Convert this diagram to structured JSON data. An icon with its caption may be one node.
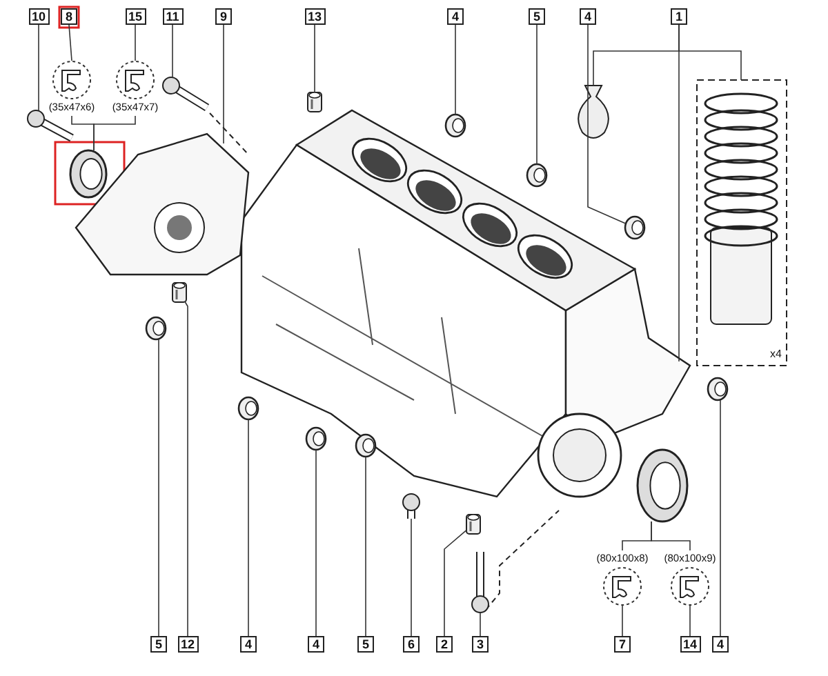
{
  "diagram": {
    "nodes": [
      {
        "text": [
          "10"
        ]
      },
      {
        "text": [
          "8"
        ]
      },
      {
        "text": [
          "15"
        ]
      },
      {
        "text": [
          "11"
        ]
      },
      {
        "text": [
          "9"
        ]
      },
      {
        "text": [
          "13"
        ]
      },
      {
        "text": [
          "4"
        ]
      },
      {
        "text": [
          "5"
        ]
      },
      {
        "text": [
          "4"
        ]
      },
      {
        "text": [
          "1"
        ]
      },
      {
        "text": [],
        "shape": "circle",
        "beside": [
          "(35x47x6)"
        ]
      },
      {
        "text": [],
        "shape": "circle",
        "beside": [
          "(35x47x7)"
        ]
      },
      {
        "text": [],
        "shape": "circle",
        "beside": [
          "(80x100x8)"
        ]
      },
      {
        "text": [],
        "shape": "circle",
        "beside": [
          "(80x100x9)"
        ]
      },
      {
        "text": [
          "5"
        ]
      },
      {
        "text": [
          "12"
        ]
      },
      {
        "text": [
          "4"
        ]
      },
      {
        "text": [
          "4"
        ]
      },
      {
        "text": [
          "5"
        ]
      },
      {
        "text": [
          "6"
        ]
      },
      {
        "text": [
          "2"
        ]
      },
      {
        "text": [
          "3"
        ]
      },
      {
        "text": [
          "7"
        ]
      },
      {
        "text": [
          "14"
        ]
      },
      {
        "text": [
          "4"
        ]
      },
      {
        "text": [],
        "shape": "picture"
      },
      {
        "text": [],
        "shape": "picture"
      },
      {
        "text": [],
        "shape": "picture"
      },
      {
        "text": [],
        "shape": "picture"
      },
      {
        "text": [],
        "shape": "picture"
      },
      {
        "text": [],
        "shape": "picture"
      },
      {
        "text": [],
        "shape": "picture"
      },
      {
        "text": [],
        "shape": "picture"
      },
      {
        "text": [],
        "shape": "picture"
      },
      {
        "text": [],
        "shape": "picture"
      },
      {
        "text": [],
        "shape": "picture"
      },
      {
        "text": [],
        "shape": "picture"
      },
      {
        "text": [],
        "shape": "picture"
      },
      {
        "text": [],
        "shape": "picture"
      },
      {
        "text": [],
        "shape": "picture"
      },
      {
        "text": [],
        "shape": "picture"
      },
      {
        "text": [],
        "shape": "picture"
      },
      {
        "text": [],
        "shape": "picture"
      },
      {
        "text": [],
        "shape": "picture"
      },
      {
        "text": [],
        "shape": "picture"
      },
      {
        "text": [],
        "shape": "picture"
      }
    ],
    "edges": [
      {
        "from": 0,
        "to": 25,
        "arrow": "none"
      },
      {
        "from": 1,
        "to": 10,
        "arrow": "none"
      },
      {
        "from": 2,
        "to": 11,
        "arrow": "none"
      },
      {
        "from": 10,
        "to": 26,
        "arrow": "none"
      },
      {
        "from": 11,
        "to": 26,
        "arrow": "none"
      },
      {
        "from": 3,
        "to": 27,
        "arrow": "none"
      },
      {
        "from": 4,
        "to": 28,
        "arrow": "none"
      },
      {
        "from": 5,
        "to": 29,
        "arrow": "none"
      },
      {
        "from": 6,
        "to": 30,
        "arrow": "none"
      },
      {
        "from": 7,
        "to": 31,
        "arrow": "none"
      },
      {
        "from": 8,
        "to": 32,
        "arrow": "none"
      },
      {
        "from": 9,
        "to": 35,
        "arrow": "none"
      },
      {
        "from": 9,
        "to": 33,
        "arrow": "none"
      },
      {
        "from": 9,
        "to": 34,
        "arrow": "none"
      },
      {
        "from": 14,
        "to": 36,
        "arrow": "none"
      },
      {
        "from": 15,
        "to": 37,
        "arrow": "none"
      },
      {
        "from": 16,
        "to": 38,
        "arrow": "none"
      },
      {
        "from": 17,
        "to": 39,
        "arrow": "none"
      },
      {
        "from": 18,
        "to": 40,
        "arrow": "none"
      },
      {
        "from": 19,
        "to": 41,
        "arrow": "none"
      },
      {
        "from": 20,
        "to": 42,
        "arrow": "none"
      },
      {
        "from": 21,
        "to": 43,
        "arrow": "none"
      },
      {
        "from": 22,
        "to": 12,
        "arrow": "none"
      },
      {
        "from": 23,
        "to": 13,
        "arrow": "none"
      },
      {
        "from": 12,
        "to": 44,
        "arrow": "none"
      },
      {
        "from": 13,
        "to": 44,
        "arrow": "none"
      },
      {
        "from": 24,
        "to": 45,
        "arrow": "none"
      }
    ],
    "labels": [
      "x4"
    ]
  }
}
